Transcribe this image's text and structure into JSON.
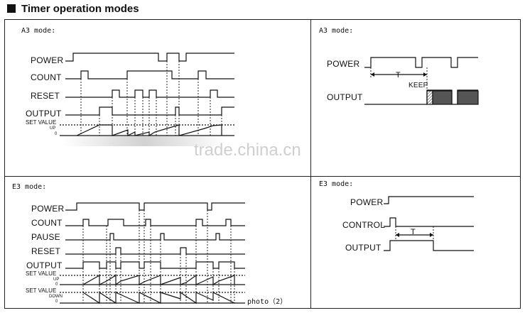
{
  "title": "Timer operation modes",
  "panels": {
    "a3_left": {
      "title": "A3 mode:",
      "signals": [
        "POWER",
        "COUNT",
        "RESET",
        "OUTPUT"
      ],
      "set_value": "SET VALUE",
      "up": "UP",
      "zero": "0"
    },
    "a3_right": {
      "title": "A3 mode:",
      "signals": [
        "POWER",
        "OUTPUT"
      ],
      "t_label": "T",
      "keep_label": "KEEP"
    },
    "e3_left": {
      "title": "E3 mode:",
      "signals": [
        "POWER",
        "COUNT",
        "PAUSE",
        "RESET",
        "OUTPUT"
      ],
      "set_value_up": "SET VALUE",
      "up": "UP",
      "zero_up": "0",
      "set_value_down": "SET VALUE",
      "down": "DOWN",
      "zero_down": "0",
      "photo": "photo（2）"
    },
    "e3_right": {
      "title": "E3 mode:",
      "signals": [
        "POWER",
        "CONTROL",
        "OUTPUT"
      ],
      "t_label": "T"
    }
  },
  "watermark": "trade.china.cn",
  "colors": {
    "line": "#111111",
    "fill_dark": "#555555"
  }
}
